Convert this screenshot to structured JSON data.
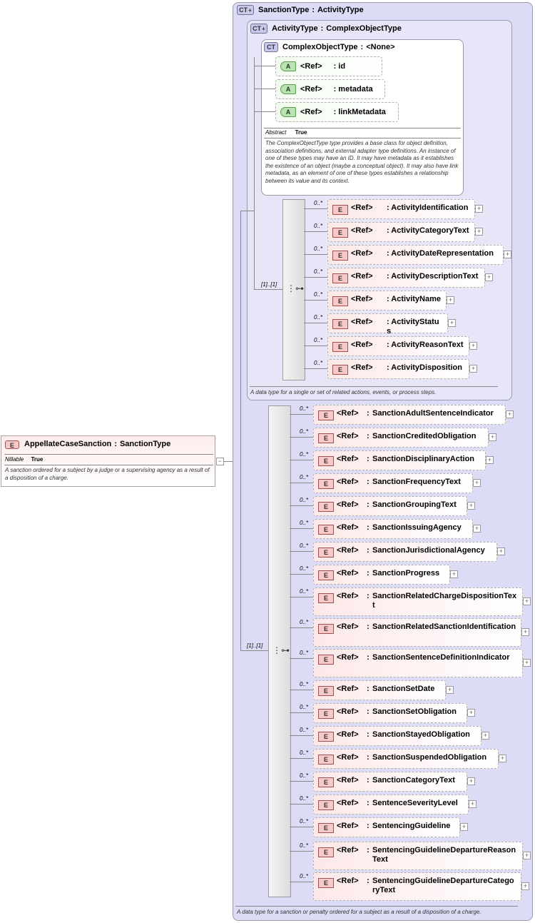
{
  "root": {
    "badge": "E",
    "name": "AppellateCaseSanction",
    "type": "SanctionType",
    "prop_label": "Nillable",
    "prop_value": "True",
    "doc": "A sanction ordered for a subject by a judge or a supervising agency as a result of a disposition of a charge."
  },
  "sanction_type": {
    "badge": "CT",
    "name": "SanctionType",
    "base": "ActivityType",
    "doc": "A data type for a sanction or penalty ordered for a subject as a result of a disposition of a charge.",
    "sequence_mult": "[1]..[1]"
  },
  "activity_type": {
    "badge": "CT",
    "name": "ActivityType",
    "base": "ComplexObjectType",
    "doc": "A data type for a single or set of related actions, events, or process steps.",
    "sequence_mult": "[1]..[1]"
  },
  "complex_object_type": {
    "badge": "CT",
    "name": "ComplexObjectType",
    "base": "<None>",
    "prop_label": "Abstract",
    "prop_value": "True",
    "doc": "The ComplexObjectType type provides a base class for object definition, association definitions, and external adapter type definitions. An instance of one of these types may have an ID. It may have metadata as it establishes the existence of an object (maybe a conceptual object). It may also have link metadata, as an element of one of these types establishes a relationship between its value and its context.",
    "attributes": [
      {
        "badge": "A",
        "ref": "<Ref>",
        "name": ": id"
      },
      {
        "badge": "A",
        "ref": "<Ref>",
        "name": ": metadata"
      },
      {
        "badge": "A",
        "ref": "<Ref>",
        "name": ": linkMetadata"
      }
    ]
  },
  "activity_elements": [
    {
      "badge": "E",
      "ref": "<Ref>",
      "name": ": ActivityIdentification",
      "mult": "0..*"
    },
    {
      "badge": "E",
      "ref": "<Ref>",
      "name": ": ActivityCategoryText",
      "mult": "0..*"
    },
    {
      "badge": "E",
      "ref": "<Ref>",
      "name": ": ActivityDateRepresentation",
      "mult": "0..*"
    },
    {
      "badge": "E",
      "ref": "<Ref>",
      "name": ": ActivityDescriptionText",
      "mult": "0..*"
    },
    {
      "badge": "E",
      "ref": "<Ref>",
      "name": ": ActivityName",
      "mult": "0..*"
    },
    {
      "badge": "E",
      "ref": "<Ref>",
      "name": ": ActivityStatus",
      "mult": "0..*"
    },
    {
      "badge": "E",
      "ref": "<Ref>",
      "name": ": ActivityReasonText",
      "mult": "0..*"
    },
    {
      "badge": "E",
      "ref": "<Ref>",
      "name": ": ActivityDisposition",
      "mult": "0..*"
    }
  ],
  "sanction_elements": [
    {
      "badge": "E",
      "ref": "<Ref>",
      "name": "SanctionAdultSentenceIndicator",
      "mult": "0..*"
    },
    {
      "badge": "E",
      "ref": "<Ref>",
      "name": "SanctionCreditedObligation",
      "mult": "0..*"
    },
    {
      "badge": "E",
      "ref": "<Ref>",
      "name": "SanctionDisciplinaryAction",
      "mult": "0..*"
    },
    {
      "badge": "E",
      "ref": "<Ref>",
      "name": "SanctionFrequencyText",
      "mult": "0..*"
    },
    {
      "badge": "E",
      "ref": "<Ref>",
      "name": "SanctionGroupingText",
      "mult": "0..*"
    },
    {
      "badge": "E",
      "ref": "<Ref>",
      "name": "SanctionIssuingAgency",
      "mult": "0..*"
    },
    {
      "badge": "E",
      "ref": "<Ref>",
      "name": "SanctionJurisdictionalAgency",
      "mult": "0..*"
    },
    {
      "badge": "E",
      "ref": "<Ref>",
      "name": "SanctionProgress",
      "mult": "0..*"
    },
    {
      "badge": "E",
      "ref": "<Ref>",
      "name": "SanctionRelatedChargeDispositionText",
      "mult": "0..*"
    },
    {
      "badge": "E",
      "ref": "<Ref>",
      "name": "SanctionRelatedSanctionIdentification",
      "mult": "0..*"
    },
    {
      "badge": "E",
      "ref": "<Ref>",
      "name": "SanctionSentenceDefinitionIndicator",
      "mult": "0..*"
    },
    {
      "badge": "E",
      "ref": "<Ref>",
      "name": "SanctionSetDate",
      "mult": "0..*"
    },
    {
      "badge": "E",
      "ref": "<Ref>",
      "name": "SanctionSetObligation",
      "mult": "0..*"
    },
    {
      "badge": "E",
      "ref": "<Ref>",
      "name": "SanctionStayedObligation",
      "mult": "0..*"
    },
    {
      "badge": "E",
      "ref": "<Ref>",
      "name": "SanctionSuspendedObligation",
      "mult": "0..*"
    },
    {
      "badge": "E",
      "ref": "<Ref>",
      "name": "SanctionCategoryText",
      "mult": "0..*"
    },
    {
      "badge": "E",
      "ref": "<Ref>",
      "name": "SentenceSeverityLevel",
      "mult": "0..*"
    },
    {
      "badge": "E",
      "ref": "<Ref>",
      "name": "SentencingGuideline",
      "mult": "0..*"
    },
    {
      "badge": "E",
      "ref": "<Ref>",
      "name": "SentencingGuidelineDepartureReasonText",
      "mult": "0..*"
    },
    {
      "badge": "E",
      "ref": "<Ref>",
      "name": "SentencingGuidelineDepartureCategoryText",
      "mult": "0..*"
    }
  ]
}
